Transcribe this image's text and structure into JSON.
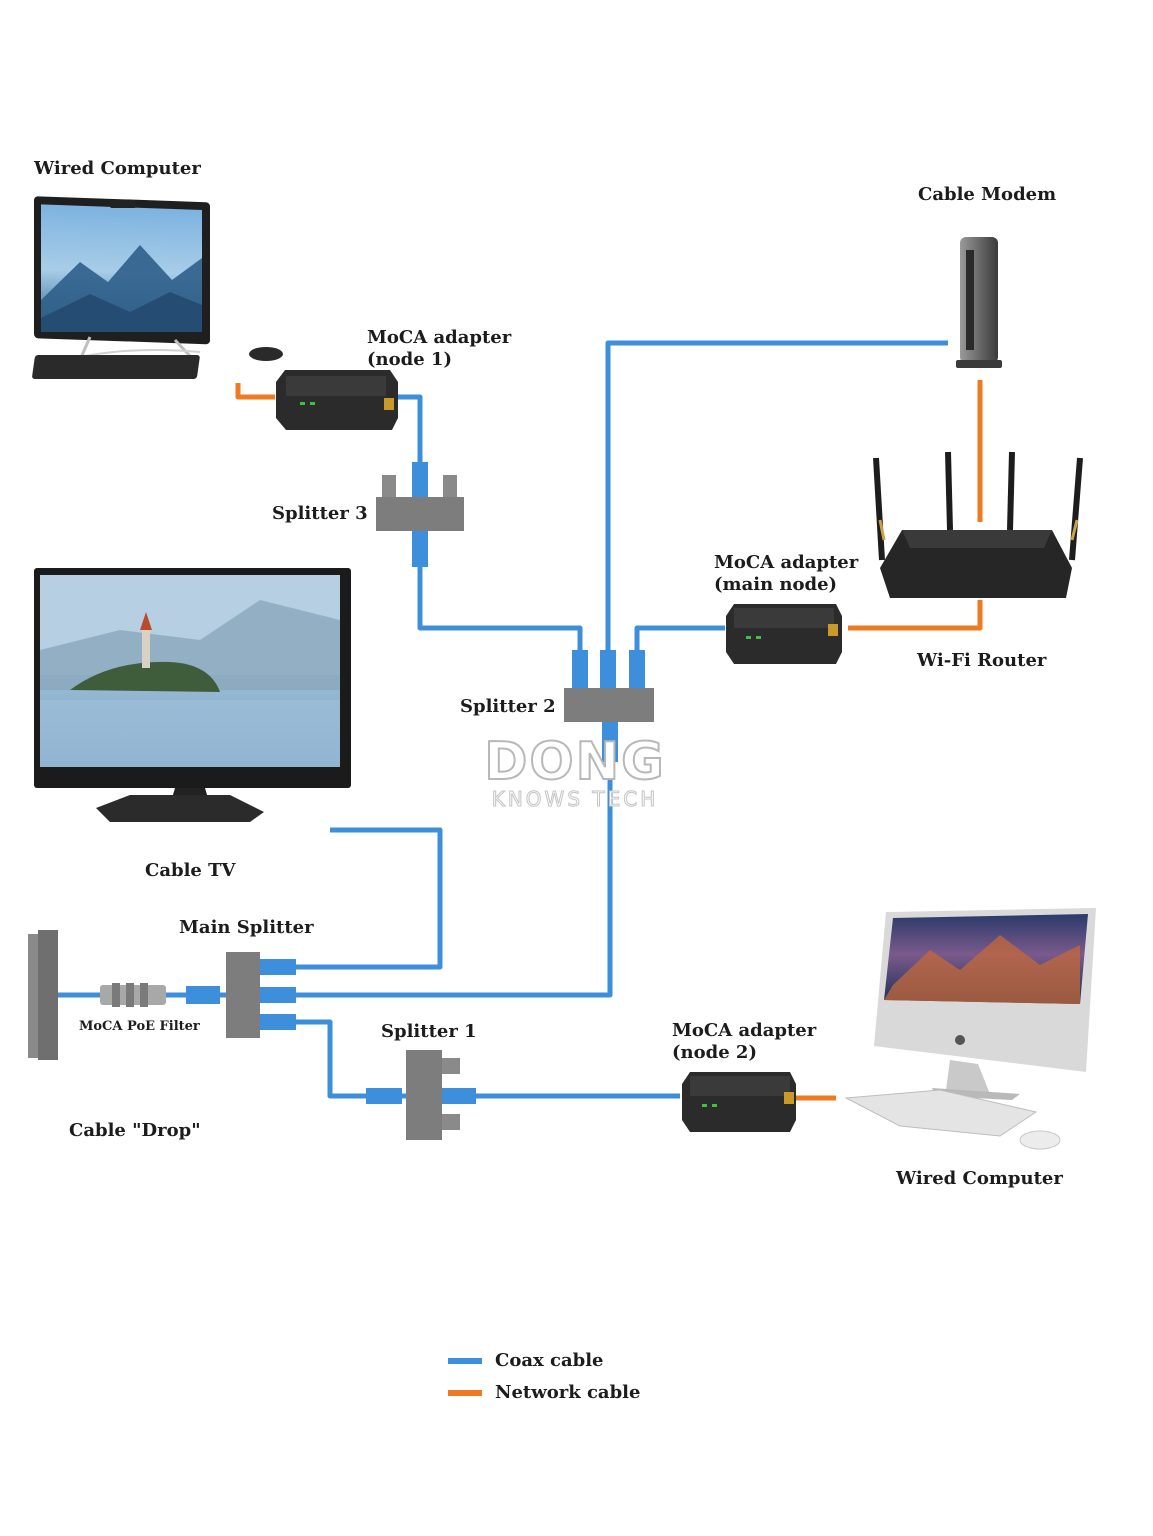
{
  "labels": {
    "wired_computer_top": "Wired Computer",
    "cable_modem": "Cable Modem",
    "moca_node1_line1": "MoCA adapter",
    "moca_node1_line2": "(node 1)",
    "splitter3": "Splitter 3",
    "moca_main_line1": "MoCA adapter",
    "moca_main_line2": "(main node)",
    "wifi_router": "Wi-Fi Router",
    "splitter2": "Splitter 2",
    "cable_tv": "Cable TV",
    "main_splitter": "Main Splitter",
    "moca_poe_filter": "MoCA PoE Filter",
    "splitter1": "Splitter 1",
    "moca_node2_line1": "MoCA adapter",
    "moca_node2_line2": "(node 2)",
    "cable_drop": "Cable \"Drop\"",
    "wired_computer_bottom": "Wired Computer"
  },
  "watermark": {
    "main": "DONG",
    "sub": "KNOWS TECH"
  },
  "legend": {
    "items": [
      {
        "label": "Coax cable",
        "color": "#3d8fdb"
      },
      {
        "label": "Network cable",
        "color": "#f07a22"
      }
    ]
  },
  "colors": {
    "coax": "#3d8fdb",
    "network": "#f07a22"
  }
}
